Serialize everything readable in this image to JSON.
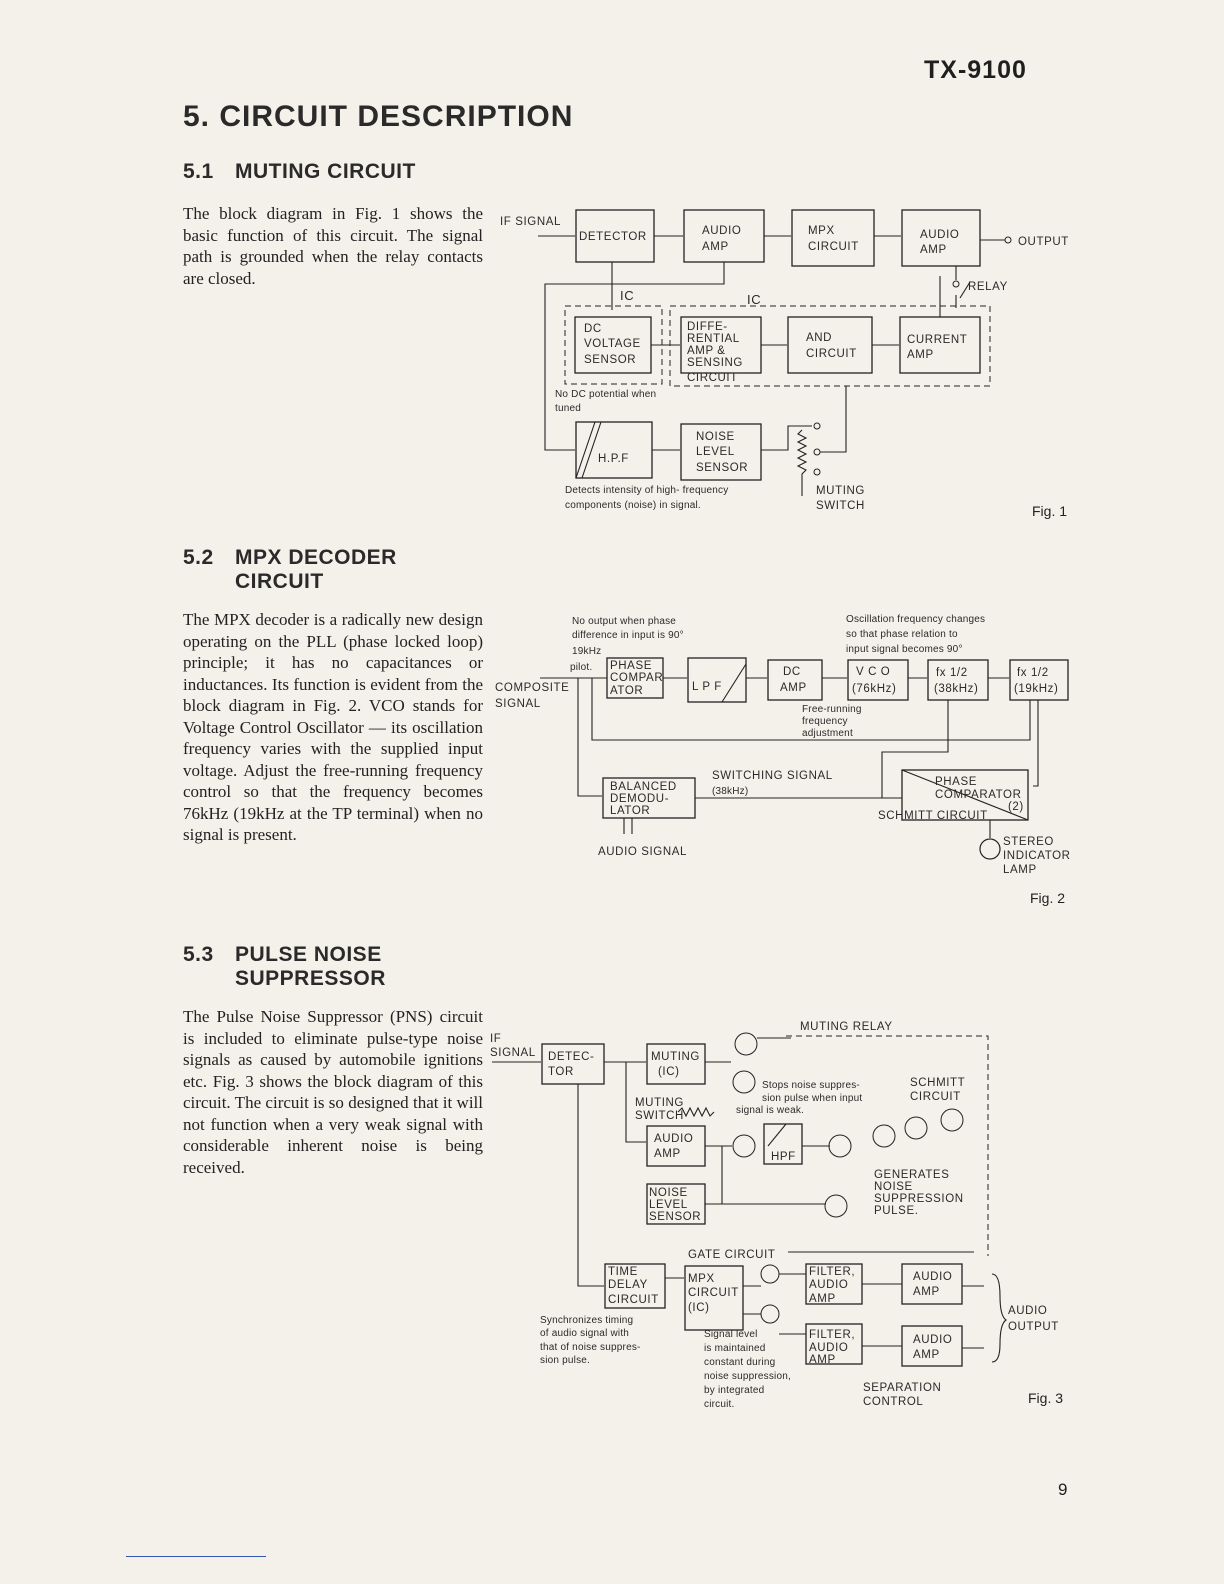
{
  "header": {
    "model": "TX-9100"
  },
  "page_title": "5.  CIRCUIT DESCRIPTION",
  "sections": [
    {
      "number": "5.1",
      "title_line1": "MUTING CIRCUIT",
      "title_line2": "",
      "body": "The block diagram in Fig. 1 shows the basic function of this circuit. The signal path is grounded when the relay contacts are closed."
    },
    {
      "number": "5.2",
      "title_line1": "MPX DECODER",
      "title_line2": "CIRCUIT",
      "body": "The MPX decoder is a radically new design operating on the PLL (phase locked loop) principle; it has no capacitances or inductances. Its function is evident from the block diagram in Fig. 2. VCO stands for Voltage Control Oscillator — its oscillation frequency varies with the supplied input voltage. Adjust the free-running frequency control so that the frequency becomes 76kHz (19kHz at the TP terminal) when no signal is present."
    },
    {
      "number": "5.3",
      "title_line1": "PULSE NOISE",
      "title_line2": "SUPPRESSOR",
      "body": "The Pulse Noise Suppressor (PNS) circuit is included to eliminate pulse-type noise signals as caused by automobile ignitions etc. Fig. 3 shows the block diagram of this circuit. The circuit is so designed that it will not function when a very weak signal with considerable inherent noise is being received."
    }
  ],
  "fig1": {
    "caption": "Fig. 1",
    "if_signal": "IF SIGNAL",
    "detector": "DETECTOR",
    "audio_amp_1": [
      "AUDIO",
      "AMP"
    ],
    "mpx_circuit": [
      "MPX",
      "CIRCUIT"
    ],
    "audio_amp_2": [
      "AUDIO",
      "AMP"
    ],
    "output": "OUTPUT",
    "relay": "RELAY",
    "ic_1": "IC",
    "ic_2": "IC",
    "dc_voltage_sensor": [
      "DC",
      "VOLTAGE",
      "SENSOR"
    ],
    "differential": [
      "DIFFE-",
      "RENTIAL",
      "AMP  &",
      "SENSING",
      "CIRCUIT"
    ],
    "and_circuit": [
      "AND",
      "CIRCUIT"
    ],
    "current_amp": [
      "CURRENT",
      "AMP"
    ],
    "no_dc_note": [
      "No  DC  potential  when",
      "tuned"
    ],
    "hpf": "H.P.F",
    "noise_level_sensor": [
      "NOISE",
      "LEVEL",
      "SENSOR"
    ],
    "detects_note": [
      "Detects  intensity  of  high-  frequency",
      "components  (noise)  in  signal."
    ],
    "muting_switch": [
      "MUTING",
      "SWITCH"
    ]
  },
  "fig2": {
    "caption": "Fig. 2",
    "note_left": [
      "No  output  when  phase",
      "difference  in  input  is  90°"
    ],
    "note_right": [
      "Oscillation  frequency  changes",
      "so  that  phase  relation  to",
      "input  signal  becomes  90°"
    ],
    "pilot": [
      "19kHz",
      "pilot."
    ],
    "composite": [
      "COMPOSITE",
      "SIGNAL"
    ],
    "phase_comparator": [
      "PHASE",
      "COMPAR",
      "ATOR"
    ],
    "lpf": "L P F",
    "dc_amp": [
      "DC",
      "AMP"
    ],
    "vco": [
      "V C O",
      "(76kHz)"
    ],
    "fx1": [
      "fx  1/2",
      "(38kHz)"
    ],
    "fx2": [
      "fx  1/2",
      "(19kHz)"
    ],
    "free_running": [
      "Free-running",
      "frequency",
      "adjustment"
    ],
    "switching_signal": [
      "SWITCHING  SIGNAL",
      "(38kHz)"
    ],
    "balanced": [
      "BALANCED",
      "DEMODU-",
      "LATOR"
    ],
    "phase_comparator_2": [
      "PHASE",
      "COMPARATOR",
      "(2)"
    ],
    "schmitt": "SCHMITT  CIRCUIT",
    "audio_signal": "AUDIO  SIGNAL",
    "stereo_lamp": [
      "STEREO",
      "INDICATOR",
      "LAMP"
    ]
  },
  "fig3": {
    "caption": "Fig. 3",
    "if_signal": [
      "IF",
      "SIGNAL"
    ],
    "detector": [
      "DETEC-",
      "TOR"
    ],
    "muting_ic": [
      "MUTING",
      "(IC)"
    ],
    "muting_relay": "MUTING  RELAY",
    "muting_switch": [
      "MUTING",
      "SWITCH"
    ],
    "stops_note": [
      "Stops  noise  suppres-",
      "sion  pulse  when  input",
      "signal  is  weak."
    ],
    "schmitt": [
      "SCHMITT",
      "CIRCUIT"
    ],
    "audio_amp": [
      "AUDIO",
      "AMP"
    ],
    "hpf": "HPF",
    "generates": [
      "GENERATES",
      "NOISE",
      "SUPPRESSION",
      "PULSE."
    ],
    "noise_level": [
      "NOISE",
      "LEVEL",
      "SENSOR"
    ],
    "gate_circuit": "GATE  CIRCUIT",
    "time_delay": [
      "TIME",
      "DELAY",
      "CIRCUIT"
    ],
    "mpx_circuit": [
      "MPX",
      "CIRCUIT",
      "(IC)"
    ],
    "filter1": [
      "FILTER,",
      "AUDIO",
      "AMP"
    ],
    "filter2": [
      "FILTER,",
      "AUDIO",
      "AMP"
    ],
    "audio_amp_r1": [
      "AUDIO",
      "AMP"
    ],
    "audio_amp_r2": [
      "AUDIO",
      "AMP"
    ],
    "audio_output": [
      "AUDIO",
      "OUTPUT"
    ],
    "sync_note": [
      "Synchronizes  timing",
      "of  audio  signal  with",
      "that  of  noise  suppres-",
      "sion  pulse."
    ],
    "signal_level_note": [
      "Signal  level",
      "is  maintained",
      "constant  during",
      "noise  suppression,",
      "by  integrated",
      "circuit."
    ],
    "separation": [
      "SEPARATION",
      "CONTROL"
    ]
  },
  "page_number": "9"
}
